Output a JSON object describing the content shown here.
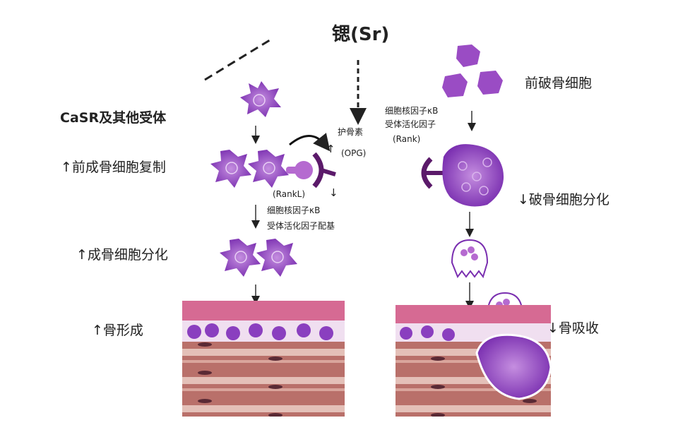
{
  "title": "锶(Sr)",
  "left": {
    "receptor": "CaSR及其他受体",
    "replication": "↑前成骨细胞复制",
    "differentiation": "↑成骨细胞分化",
    "formation": "↑骨形成",
    "opg_arrow": "↑",
    "opg_name": "护骨素",
    "opg_abbr": "(OPG)",
    "rankl_abbr": "(RankL)",
    "rankl_arrow": "↓",
    "rankl_line1": "细胞核因子κB",
    "rankl_line2": "受体活化因子配基"
  },
  "right": {
    "preosteoclast": "前破骨细胞",
    "rank_line1": "细胞核因子κB",
    "rank_line2": "受体活化因子",
    "rank_abbr": "(Rank)",
    "differentiation": "↓破骨细胞分化",
    "resorption": "↓骨吸收"
  },
  "colors": {
    "cell": "#8a3fbf",
    "cell_light": "#c58ee0",
    "receptor": "#5b1a6a",
    "bone": "#a55a55",
    "bone_light": "#e7c6bf"
  }
}
